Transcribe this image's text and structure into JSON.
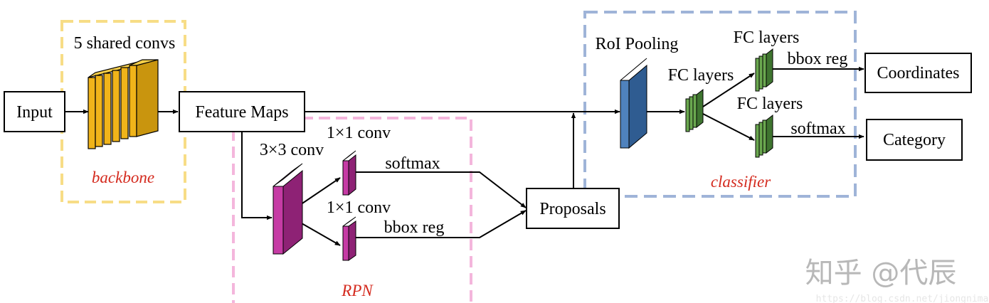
{
  "nodes": {
    "input": "Input",
    "feature_maps": "Feature Maps",
    "proposals": "Proposals",
    "coordinates": "Coordinates",
    "category": "Category"
  },
  "labels": {
    "shared_convs": "5 shared convs",
    "conv3x3": "3×3 conv",
    "conv1x1_top": "1×1 conv",
    "conv1x1_bottom": "1×1 conv",
    "rpn_softmax": "softmax",
    "rpn_bbox_reg": "bbox reg",
    "roi_pooling": "RoI Pooling",
    "fc_layers_mid": "FC layers",
    "fc_layers_top": "FC layers",
    "fc_layers_bottom": "FC layers",
    "cls_bbox_reg": "bbox reg",
    "cls_softmax": "softmax"
  },
  "regions": {
    "backbone": "backbone",
    "rpn": "RPN",
    "classifier": "classifier"
  },
  "colors": {
    "backbone_border": "#f7dd86",
    "rpn_border": "#f4b6dc",
    "classifier_border": "#9fb4d8",
    "region_label": "#d42a1e",
    "conv_gold": "#f0b41a",
    "conv_gold_side": "#b98708",
    "rpn_magenta": "#c63ba5",
    "rpn_magenta_side": "#8e2275",
    "roi_blue": "#4f82bd",
    "roi_blue_side": "#2f5c91",
    "fc_green": "#6aa84f",
    "fc_green_side": "#3f7530"
  },
  "watermark": {
    "main": "知乎 @代辰",
    "url": "https://blog.csdn.net/jiongnima"
  }
}
